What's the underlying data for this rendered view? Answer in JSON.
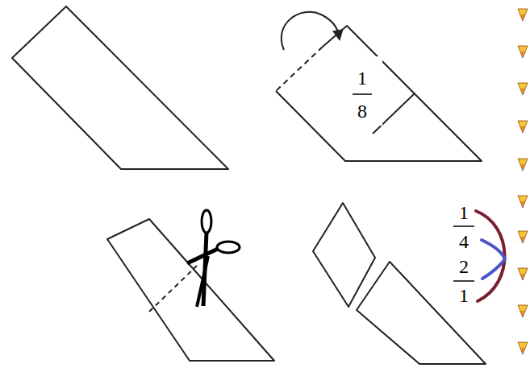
{
  "diagram": {
    "labels": [
      "1",
      "8",
      "1",
      "4",
      "2",
      "1"
    ]
  }
}
